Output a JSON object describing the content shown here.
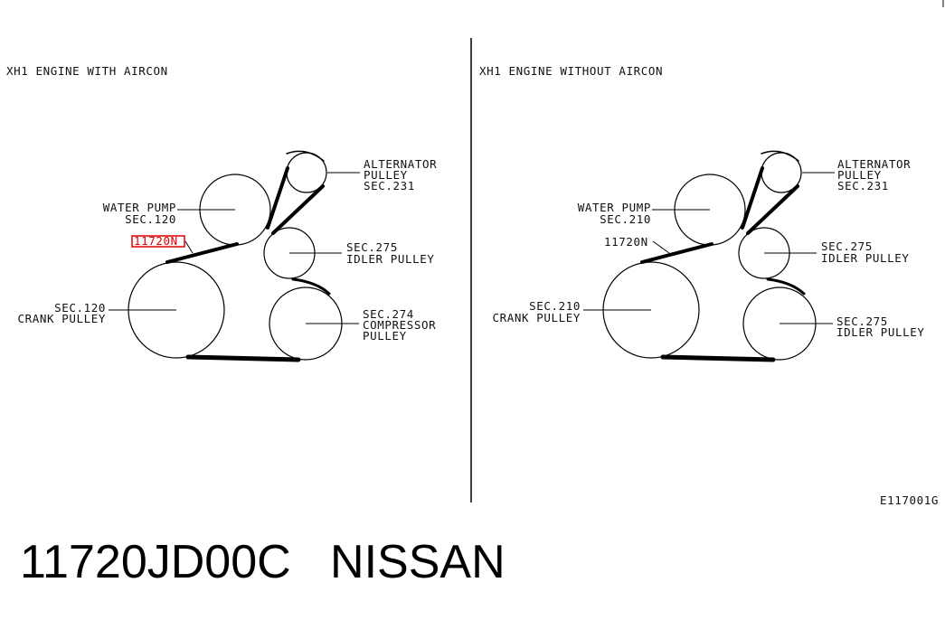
{
  "left": {
    "title": "XH1 ENGINE WITH AIRCON",
    "alternator": [
      "ALTERNATOR",
      "PULLEY",
      "SEC.231"
    ],
    "water_pump": [
      "WATER PUMP",
      "SEC.120"
    ],
    "belt_code": "11720N",
    "idler": [
      "SEC.275",
      "IDLER PULLEY"
    ],
    "crank": [
      "SEC.120",
      "CRANK PULLEY"
    ],
    "compressor": [
      "SEC.274",
      "COMPRESSOR",
      "PULLEY"
    ],
    "highlight_color": "#e00000"
  },
  "right": {
    "title": "XH1 ENGINE WITHOUT AIRCON",
    "alternator": [
      "ALTERNATOR",
      "PULLEY",
      "SEC.231"
    ],
    "water_pump": [
      "WATER PUMP",
      "SEC.210"
    ],
    "belt_code": "11720N",
    "idler_upper": [
      "SEC.275",
      "IDLER PULLEY"
    ],
    "crank": [
      "SEC.210",
      "CRANK PULLEY"
    ],
    "idler_lower": [
      "SEC.275",
      "IDLER PULLEY"
    ]
  },
  "figure_code": "E117001G",
  "part_number": "11720JD00C   NISSAN"
}
